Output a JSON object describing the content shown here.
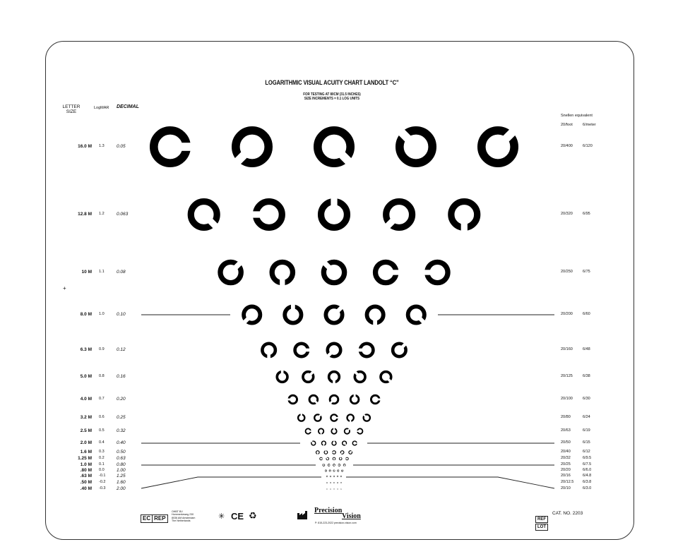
{
  "title": "LOGARITHMIC VISUAL ACUITY CHART LANDOLT “C”",
  "subtitle_1": "FOR TESTING AT 80CM (31.5 INCHES)",
  "subtitle_2": "SIZE INCREMENTS = 0.1 LOG UNITS",
  "headers": {
    "letter_size": "LETTER SIZE",
    "logmar": "LogMAR",
    "decimal": "DECIMAL",
    "snellen": "Snellen equivalent",
    "foot": "20/foot",
    "meter": "6/meter"
  },
  "rows": [
    {
      "size": "16.0 M",
      "logmar": "1.3",
      "decimal": "0.05",
      "foot": "20/400",
      "meter": "6/120",
      "gaps": [
        "R",
        "DL",
        "DR",
        "UL",
        "UR"
      ]
    },
    {
      "size": "12.8 M",
      "logmar": "1.2",
      "decimal": "0.063",
      "foot": "20/320",
      "meter": "6/95",
      "gaps": [
        "DR",
        "L",
        "U",
        "DL",
        "D"
      ]
    },
    {
      "size": "10 M",
      "logmar": "1.1",
      "decimal": "0.08",
      "foot": "20/250",
      "meter": "6/75",
      "gaps": [
        "UR",
        "D",
        "UL",
        "R",
        "L"
      ]
    },
    {
      "size": "8.0 M",
      "logmar": "1.0",
      "decimal": "0.10",
      "foot": "20/200",
      "meter": "6/60",
      "gaps": [
        "DL",
        "U",
        "UR",
        "D",
        "DR"
      ]
    },
    {
      "size": "6.3 M",
      "logmar": "0.9",
      "decimal": "0.12",
      "foot": "20/160",
      "meter": "6/48",
      "gaps": [
        "D",
        "R",
        "DL",
        "L",
        "UR"
      ]
    },
    {
      "size": "5.0 M",
      "logmar": "0.8",
      "decimal": "0.16",
      "foot": "20/125",
      "meter": "6/38",
      "gaps": [
        "U",
        "UR",
        "D",
        "UL",
        "DR"
      ]
    },
    {
      "size": "4.0 M",
      "logmar": "0.7",
      "decimal": "0.20",
      "foot": "20/100",
      "meter": "6/30",
      "gaps": [
        "L",
        "DR",
        "DL",
        "U",
        "R"
      ]
    },
    {
      "size": "3.2 M",
      "logmar": "0.6",
      "decimal": "0.25",
      "foot": "20/80",
      "meter": "6/24",
      "gaps": [
        "U",
        "UR",
        "R",
        "D",
        "UL"
      ]
    },
    {
      "size": "2.5 M",
      "logmar": "0.5",
      "decimal": "0.32",
      "foot": "20/63",
      "meter": "6/19",
      "gaps": [
        "R",
        "D",
        "U",
        "UR",
        "L"
      ]
    },
    {
      "size": "2.0 M",
      "logmar": "0.4",
      "decimal": "0.40",
      "foot": "20/50",
      "meter": "6/15",
      "gaps": [
        "UL",
        "D",
        "U",
        "DR",
        "R"
      ]
    },
    {
      "size": "1.6 M",
      "logmar": "0.3",
      "decimal": "0.50",
      "foot": "20/40",
      "meter": "6/12",
      "gaps": [
        "D",
        "U",
        "L",
        "DL",
        "UR"
      ]
    },
    {
      "size": "1.25 M",
      "logmar": "0.2",
      "decimal": "0.63",
      "foot": "20/32",
      "meter": "6/9.5",
      "gaps": [
        "R",
        "UL",
        "D",
        "U",
        "L"
      ]
    },
    {
      "size": "1.0 M",
      "logmar": "0.1",
      "decimal": "0.80",
      "foot": "20/25",
      "meter": "6/7.5",
      "gaps": [
        "U",
        "R",
        "DR",
        "L",
        "D"
      ]
    },
    {
      "size": ".80 M",
      "logmar": "0.0",
      "decimal": "1.00",
      "foot": "20/20",
      "meter": "6/6.0",
      "gaps": [
        "L",
        "D",
        "UR",
        "R",
        "U"
      ]
    },
    {
      "size": ".63 M",
      "logmar": "-0.1",
      "decimal": "1.25",
      "foot": "20/16",
      "meter": "6/4.8",
      "gaps": [
        "DR",
        "U",
        "L",
        "D",
        "R"
      ]
    },
    {
      "size": ".50 M",
      "logmar": "-0.2",
      "decimal": "1.60",
      "foot": "20/12.5",
      "meter": "6/3.8",
      "gaps": [
        "U",
        "L",
        "R",
        "UL",
        "D"
      ]
    },
    {
      "size": ".40 M",
      "logmar": "-0.3",
      "decimal": "2.00",
      "foot": "20/10",
      "meter": "6/3.0",
      "gaps": [
        "R",
        "U",
        "D",
        "L",
        "UR"
      ]
    }
  ],
  "footer": {
    "ec": "EC",
    "rep": "REP",
    "rep_address": [
      "OHBT BV",
      "Hommerkeweg 230",
      "8036 AM Amsterdam",
      "The Netherlands"
    ],
    "ce": "CE",
    "brand_1": "Precision",
    "brand_2": "Vision",
    "phone": "P: 815-223-2022 precision-vision.com",
    "ref": "REF",
    "lot": "LOT",
    "cat_no": "CAT. NO. 2203"
  },
  "plus_mark": "+"
}
